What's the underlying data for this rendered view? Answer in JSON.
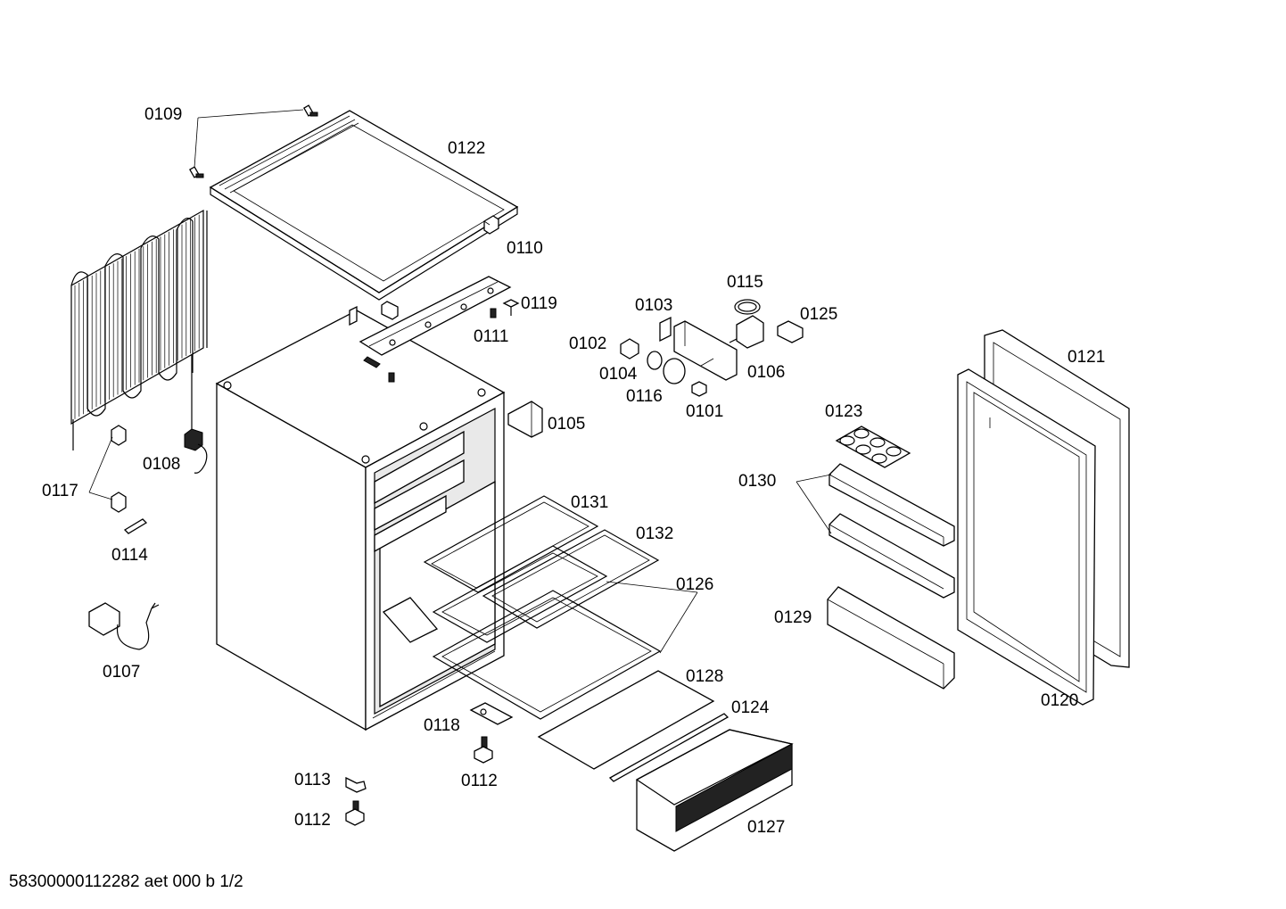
{
  "part_labels": {
    "p0101": "0101",
    "p0102": "0102",
    "p0103": "0103",
    "p0104": "0104",
    "p0105": "0105",
    "p0106": "0106",
    "p0107": "0107",
    "p0108": "0108",
    "p0109": "0109",
    "p0110": "0110",
    "p0111": "0111",
    "p0112a": "0112",
    "p0112b": "0112",
    "p0113": "0113",
    "p0114": "0114",
    "p0115": "0115",
    "p0116": "0116",
    "p0117": "0117",
    "p0118": "0118",
    "p0119": "0119",
    "p0120": "0120",
    "p0121": "0121",
    "p0122": "0122",
    "p0123": "0123",
    "p0124": "0124",
    "p0125": "0125",
    "p0126": "0126",
    "p0127": "0127",
    "p0128": "0128",
    "p0129": "0129",
    "p0130": "0130",
    "p0131": "0131",
    "p0132": "0132"
  },
  "footer": {
    "drawing_id": "58300000112282 aet 000 b 1/2"
  }
}
